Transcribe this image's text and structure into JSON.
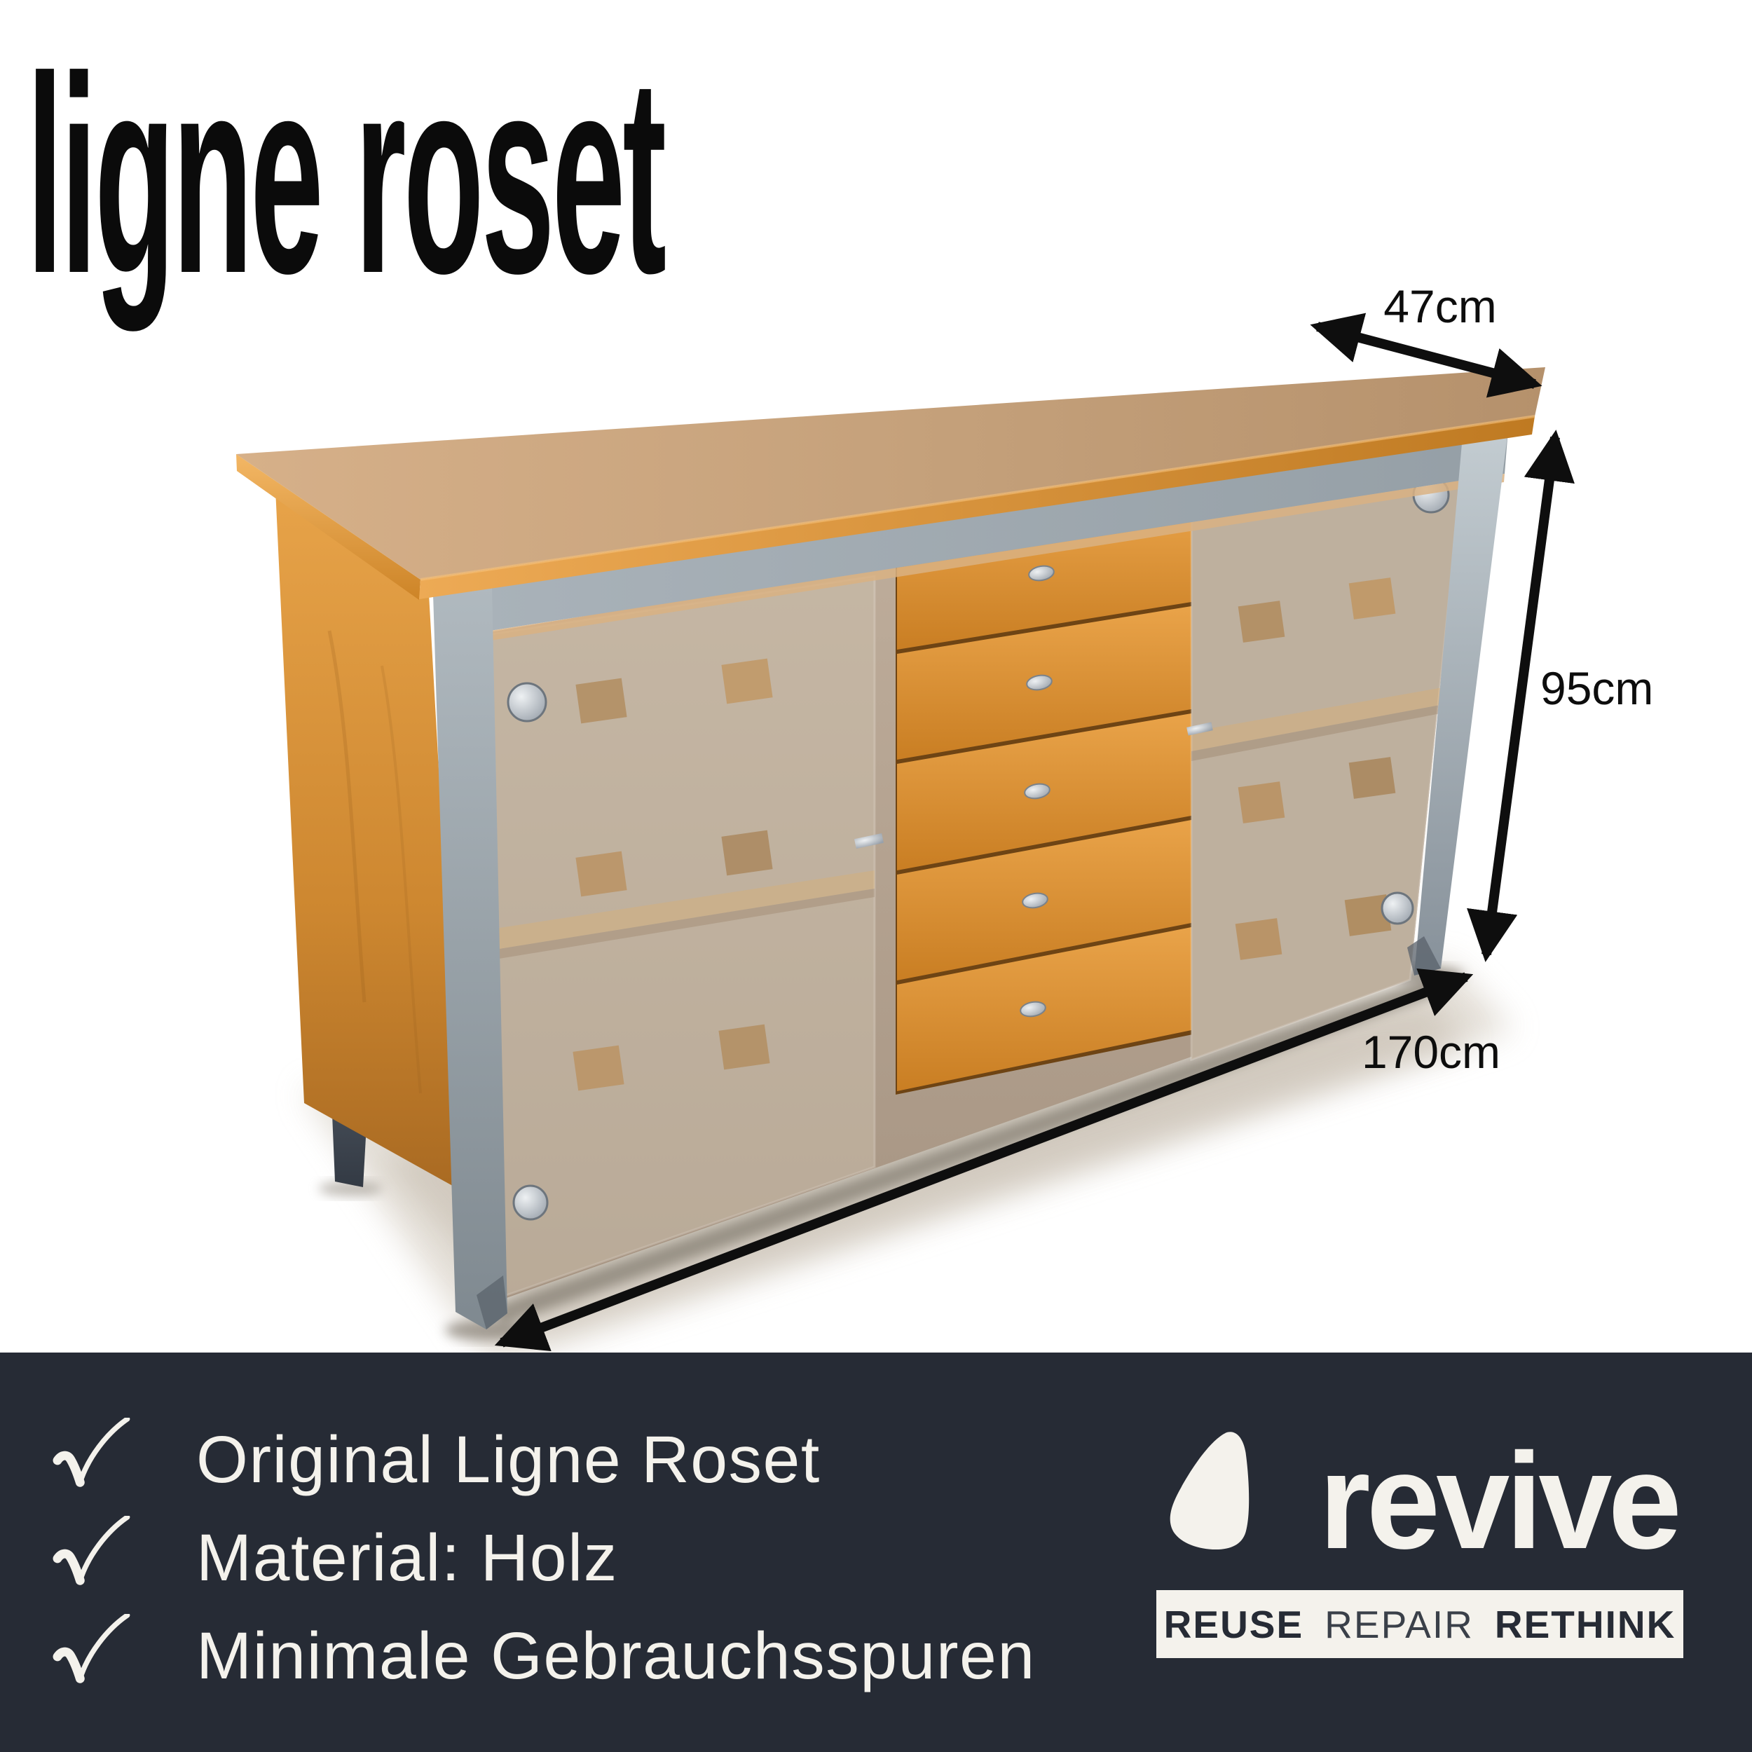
{
  "brand": {
    "logo_text": "ligne roset"
  },
  "product": {
    "dimensions": {
      "depth_label": "47cm",
      "height_label": "95cm",
      "width_label": "170cm"
    }
  },
  "footer": {
    "features": [
      {
        "label": "Original Ligne Roset"
      },
      {
        "label": "Material: Holz"
      },
      {
        "label": "Minimale Gebrauchsspuren"
      }
    ],
    "reseller": {
      "name": "revive",
      "tagline": {
        "reuse": "REUSE",
        "repair": "REPAIR",
        "rethink": "RETHINK"
      }
    }
  },
  "colors": {
    "footer_bg": "#262b35",
    "light_text": "#f4f2ec",
    "wood_top": "#c9a379",
    "wood_side": "#d8913e",
    "frame_grey": "#a7b0b7",
    "glass_tint": "#c9bdae",
    "dimension_ink": "#0d0d0d"
  }
}
